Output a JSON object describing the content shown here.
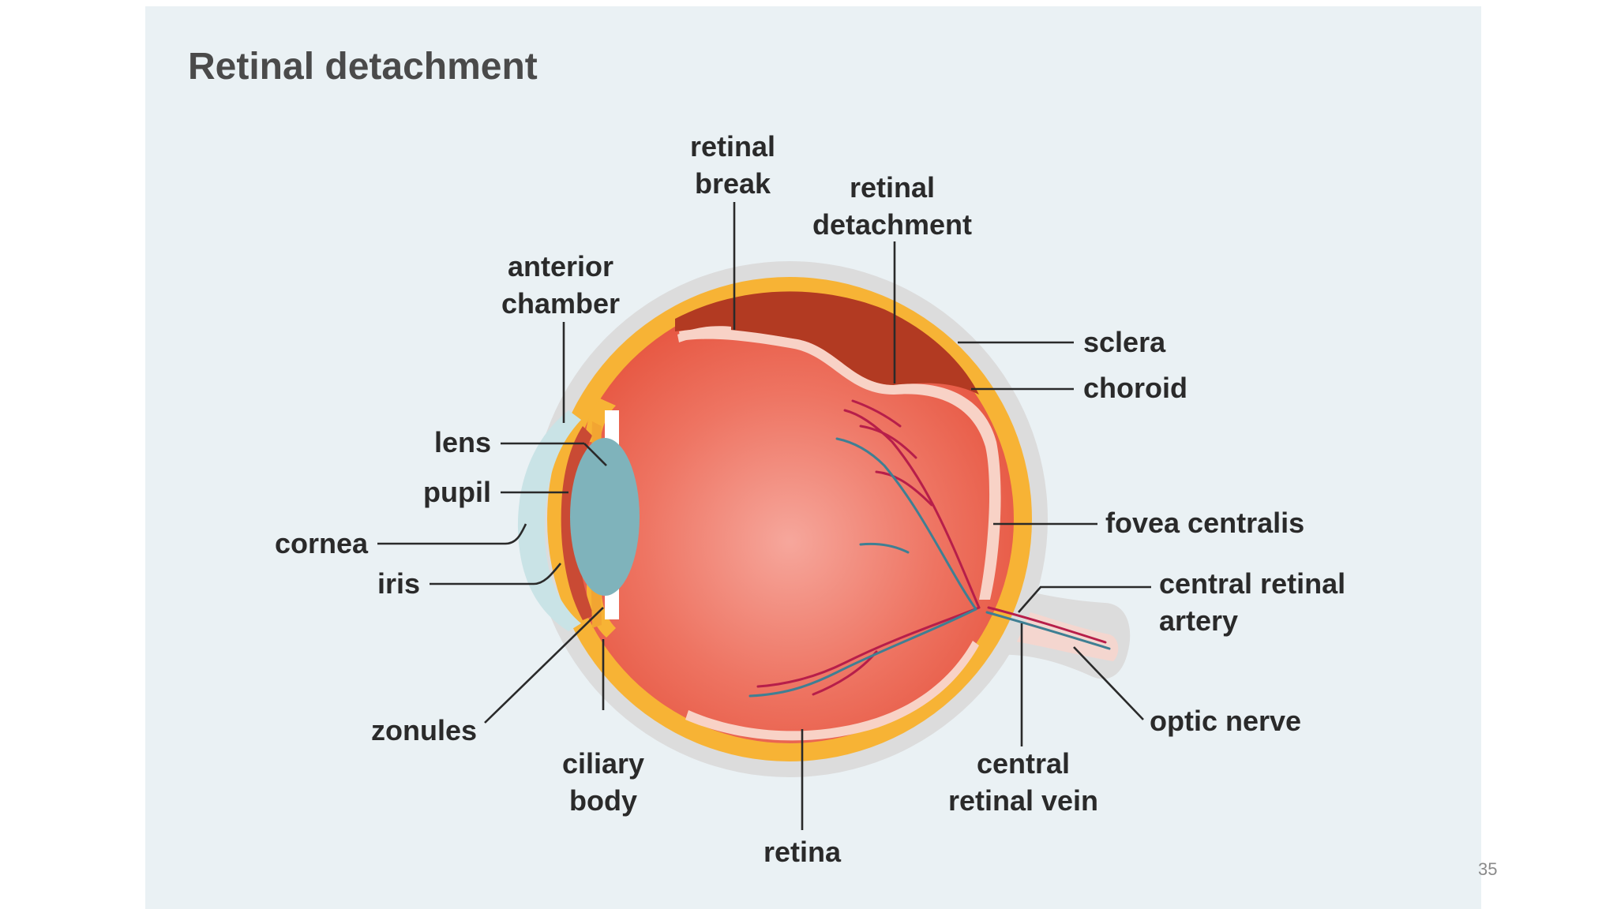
{
  "title": "Retinal detachment",
  "page_number": "35",
  "labels": {
    "retinal_break": [
      "retinal",
      "break"
    ],
    "retinal_detachment": [
      "retinal",
      "detachment"
    ],
    "anterior_chamber": [
      "anterior",
      "chamber"
    ],
    "sclera": "sclera",
    "choroid": "choroid",
    "lens": "lens",
    "pupil": "pupil",
    "cornea": "cornea",
    "iris": "iris",
    "fovea_centralis": "fovea centralis",
    "central_retinal_artery": [
      "central retinal",
      "artery"
    ],
    "optic_nerve": "optic nerve",
    "zonules": "zonules",
    "ciliary_body": [
      "ciliary",
      "body"
    ],
    "central_retinal_vein": [
      "central",
      "retinal vein"
    ],
    "retina": "retina"
  },
  "colors": {
    "panel_bg": "#eaf1f4",
    "sclera": "#dcdcdc",
    "choroid": "#f7b335",
    "vitreous": "#ea5a44",
    "detached_space": "#b23a22",
    "retina": "#f8d2c6",
    "lens": "#7fb3bb",
    "cornea": "#c9e3e6",
    "artery": "#b71e4a",
    "vein": "#3f7f93"
  }
}
